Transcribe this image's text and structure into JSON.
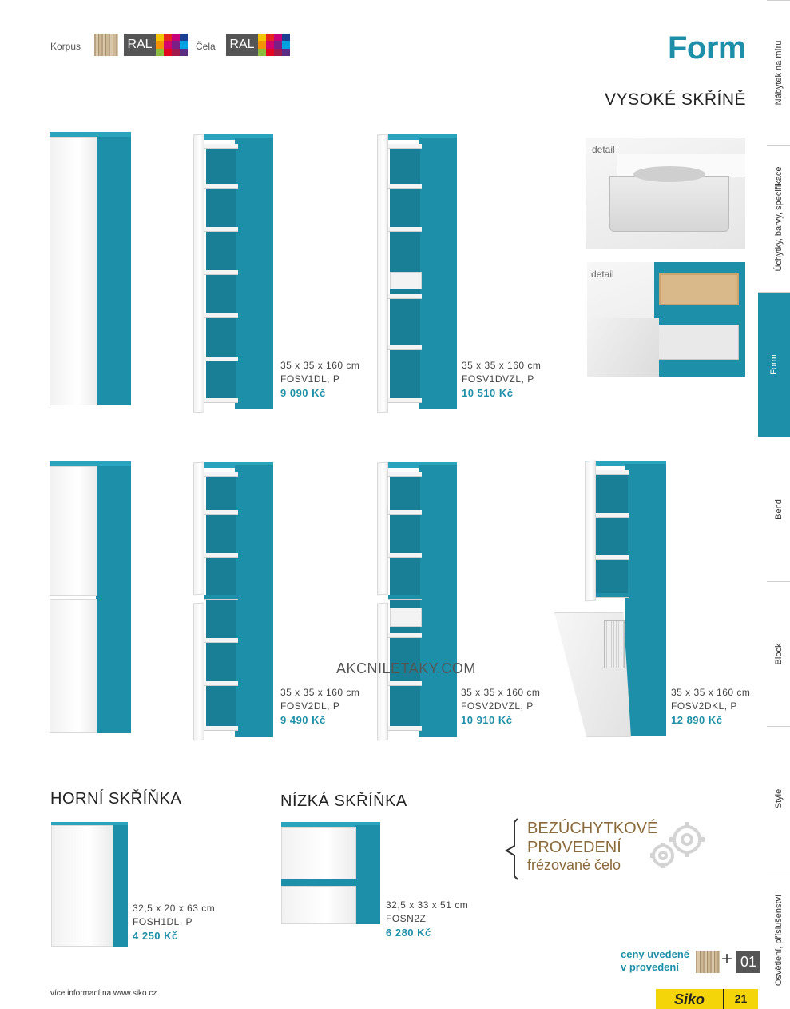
{
  "header": {
    "korpus_label": "Korpus",
    "cela_label": "Čela",
    "ral_label": "RAL",
    "brand": "Form",
    "section_title": "VYSOKÉ SKŘÍNĚ",
    "ral_colors": [
      "#f5c400",
      "#e7251f",
      "#c4007a",
      "#1c3f94",
      "#f39200",
      "#d6006d",
      "#7a1f87",
      "#00a1e0",
      "#8bbe3d",
      "#e40521",
      "#a21a4b",
      "#5a2d82"
    ]
  },
  "details": [
    {
      "label": "detail"
    },
    {
      "label": "detail"
    }
  ],
  "products_row1": [
    {
      "dims": "35 x 35 x 160 cm",
      "code": "FOSV1DL, P",
      "price": "9 090 Kč"
    },
    {
      "dims": "35 x 35 x 160 cm",
      "code": "FOSV1DVZL, P",
      "price": "10 510 Kč"
    }
  ],
  "products_row2": [
    {
      "dims": "35 x 35 x 160 cm",
      "code": "FOSV2DL, P",
      "price": "9 490 Kč"
    },
    {
      "dims": "35 x 35 x 160 cm",
      "code": "FOSV2DVZL, P",
      "price": "10 910 Kč"
    },
    {
      "dims": "35 x 35 x 160 cm",
      "code": "FOSV2DKL, P",
      "price": "12 890 Kč"
    }
  ],
  "upper": {
    "title": "HORNÍ SKŘÍŇKA",
    "dims": "32,5 x 20 x 63 cm",
    "code": "FOSH1DL, P",
    "price": "4 250 Kč"
  },
  "low": {
    "title": "NÍZKÁ SKŘÍŇKA",
    "dims": "32,5 x 33 x 51 cm",
    "code": "FOSN2Z",
    "price": "6 280 Kč"
  },
  "feature": {
    "line1": "BEZÚCHYTKOVÉ",
    "line2": "PROVEDENÍ",
    "line3": "frézované čelo"
  },
  "watermark": "AKCNILETAKY.COM",
  "footer": {
    "more_info": "více informací na www.siko.cz",
    "prices_line1": "ceny uvedené",
    "prices_line2": "v provedení",
    "plus": "+",
    "code": "01",
    "logo": "Siko",
    "page": "21"
  },
  "side_tabs": [
    {
      "label": "Nábytek na míru",
      "active": false
    },
    {
      "label": "Úchytky, barvy, specifikace",
      "active": false
    },
    {
      "label": "Form",
      "active": true
    },
    {
      "label": "Bend",
      "active": false
    },
    {
      "label": "Block",
      "active": false
    },
    {
      "label": "Style",
      "active": false
    },
    {
      "label": "Osvětlení, příslušenství",
      "active": false
    }
  ]
}
